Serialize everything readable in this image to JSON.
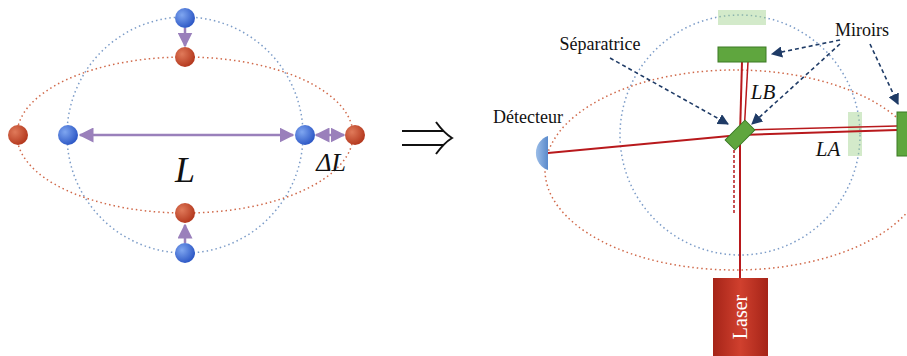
{
  "diagram": {
    "nodes": [
      {
        "text": [
          "Laser"
        ]
      }
    ],
    "labels": [
      "L",
      "ΔL",
      "Séparatrice",
      "Miroirs",
      "Détecteur",
      "LB",
      "LA"
    ]
  }
}
